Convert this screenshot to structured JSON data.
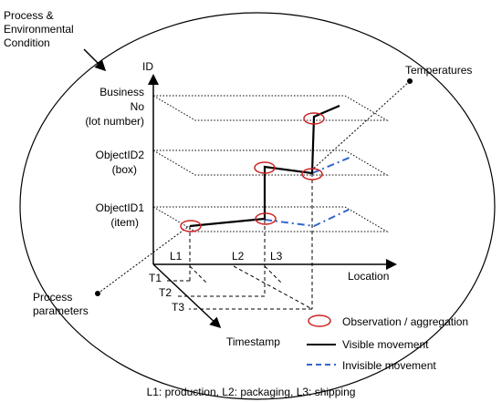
{
  "labels": {
    "process_env_line1": "Process &",
    "process_env_line2": "Environmental",
    "process_env_line3": "Condition",
    "temperatures": "Temperatures",
    "process_params_line1": "Process",
    "process_params_line2": "parameters",
    "id_axis": "ID",
    "location_axis": "Location",
    "timestamp_axis": "Timestamp",
    "business_line1": "Business",
    "business_line2": "No",
    "business_line3": "(lot number)",
    "object2_line1": "ObjectID2",
    "object2_line2": "(box)",
    "object1_line1": "ObjectID1",
    "object1_line2": "(item)",
    "l1": "L1",
    "l2": "L2",
    "l3": "L3",
    "t1": "T1",
    "t2": "T2",
    "t3": "T3"
  },
  "legend": {
    "observation": "Observation / aggregation",
    "visible": "Visible movement",
    "invisible": "Invisible movement"
  },
  "footer": "L1: production, L2: packaging, L3: shipping",
  "colors": {
    "observation_ellipse": "#cc2222",
    "visible_line": "#000000",
    "invisible_line": "#3366cc"
  }
}
